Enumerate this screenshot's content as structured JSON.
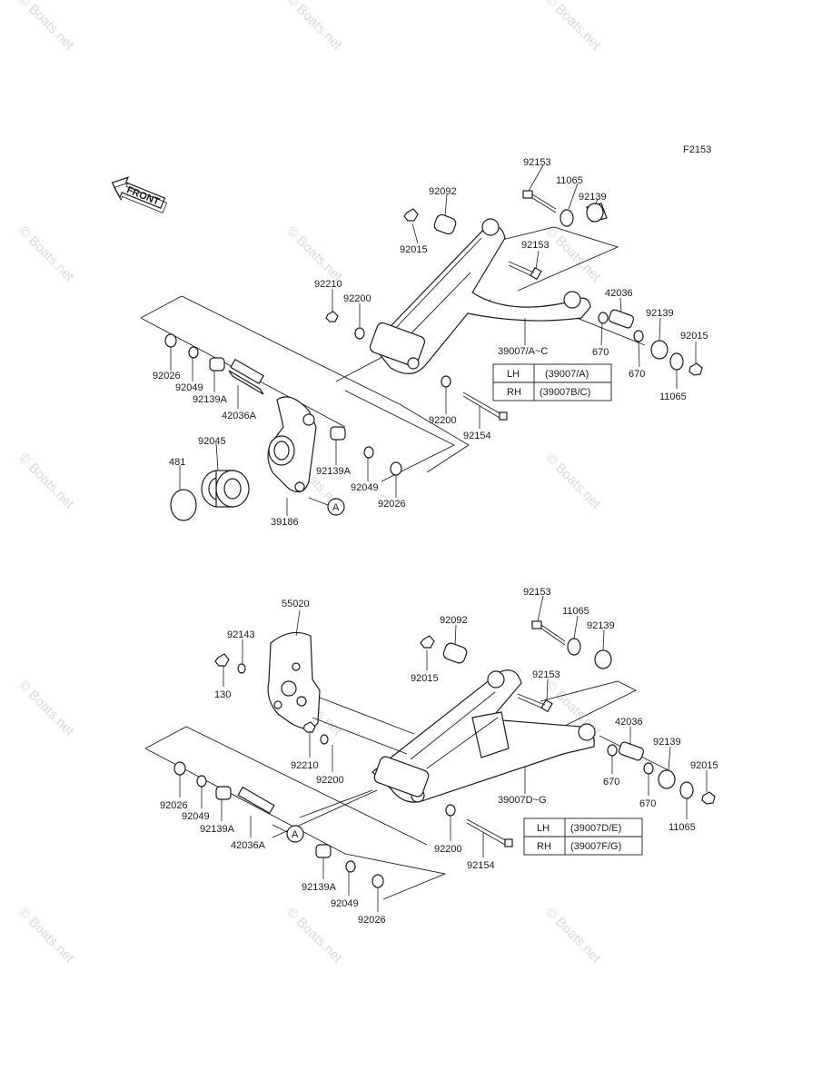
{
  "figure_code": "F2153",
  "front_label": "FRONT",
  "watermark_text": "© Boats.net",
  "upper_assembly": {
    "labels": {
      "a": "92153",
      "b": "11065",
      "c": "92139",
      "d": "92092",
      "e": "92015",
      "f": "92153",
      "g": "42036",
      "h": "92139",
      "i": "92015",
      "j": "670",
      "k": "670",
      "l": "11065",
      "m": "39007/A~C",
      "n": "92210",
      "o": "92200",
      "p": "92200",
      "q": "92154",
      "r": "92026",
      "s": "92049",
      "t": "92139A",
      "u": "42036A",
      "v": "92045",
      "w": "481",
      "x": "39186",
      "y": "92139A",
      "z": "92049",
      "aa": "92026",
      "ref": "A"
    },
    "table": [
      {
        "side": "LH",
        "part": "(39007/A)"
      },
      {
        "side": "RH",
        "part": "(39007B/C)"
      }
    ]
  },
  "lower_assembly": {
    "labels": {
      "a": "92153",
      "b": "11065",
      "c": "92139",
      "d": "92092",
      "e": "92015",
      "f": "92153",
      "g": "42036",
      "h": "92139",
      "i": "92015",
      "j": "670",
      "k": "670",
      "l": "11065",
      "m": "39007D~G",
      "n": "55020",
      "o": "92143",
      "p": "130",
      "q": "92210",
      "r": "92200",
      "s": "92200",
      "t": "92154",
      "u": "92026",
      "v": "92049",
      "w": "92139A",
      "x": "42036A",
      "y": "92139A",
      "z": "92049",
      "aa": "92026",
      "ref": "A"
    },
    "table": [
      {
        "side": "LH",
        "part": "(39007D/E)"
      },
      {
        "side": "RH",
        "part": "(39007F/G)"
      }
    ]
  }
}
